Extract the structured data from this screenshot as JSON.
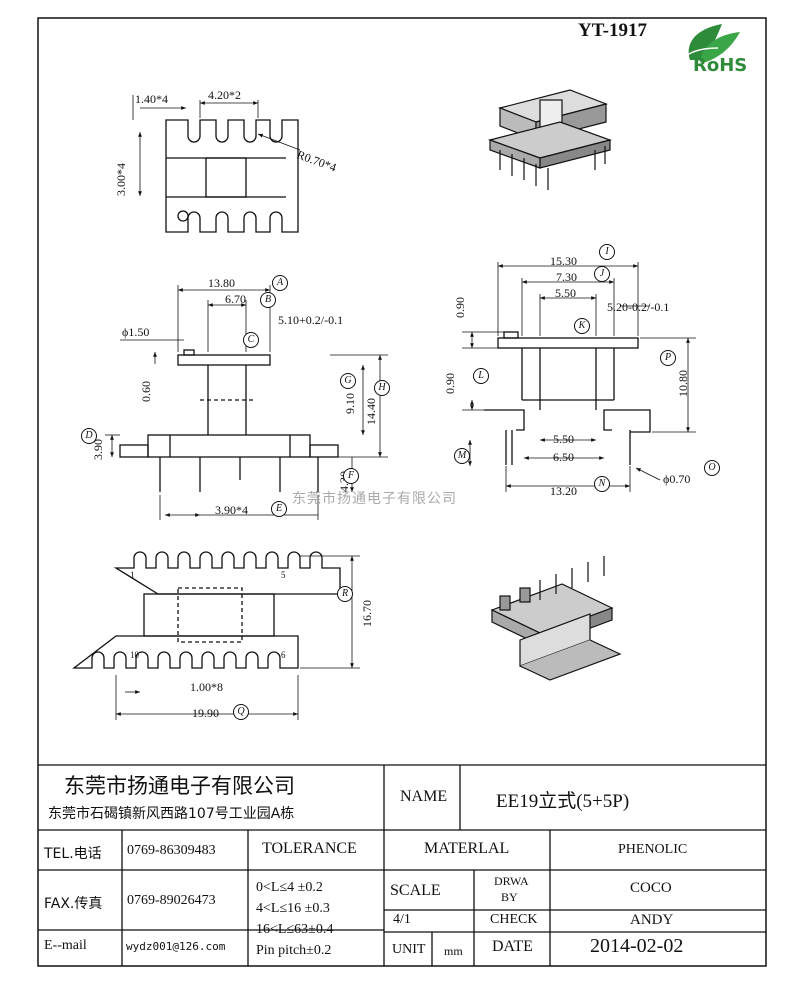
{
  "part_number": "YT-1917",
  "logo": {
    "text": "RoHS",
    "color": "#2e8b3a"
  },
  "watermark": "东莞市扬通电子有限公司",
  "dimensions": {
    "top_view": {
      "pitch_top": "1.40*4",
      "slot": "4.20*2",
      "radius": "R0.70*4",
      "height": "3.00*4"
    },
    "front_view": {
      "a": "13.80",
      "b": "6.70",
      "c_tol": "5.10+0.2/-0.1",
      "pin_dia": "ϕ1.50",
      "h1": "0.60",
      "h2": "9.10",
      "h3": "14.40",
      "h4": "3.90",
      "h5": "4.30",
      "pitch": "3.90*4"
    },
    "side_view": {
      "i": "15.30",
      "j": "7.30",
      "k": "5.50",
      "tol": "5.20-0.2/-0.1",
      "h1": "0.90",
      "h2": "0.90",
      "p": "10.80",
      "m1": "5.50",
      "m2": "6.50",
      "n": "13.20",
      "o": "ϕ0.70"
    },
    "bottom_view": {
      "r": "16.70",
      "pitch": "1.00*8",
      "q": "19.90",
      "pin1": "1",
      "pin5": "5",
      "pin10": "10",
      "pin6": "6"
    }
  },
  "circle_labels": [
    "A",
    "B",
    "C",
    "D",
    "E",
    "F",
    "G",
    "H",
    "I",
    "J",
    "K",
    "L",
    "M",
    "N",
    "O",
    "P",
    "Q",
    "R"
  ],
  "title_block": {
    "company_name": "东莞市扬通电子有限公司",
    "company_address": "东莞市石碣镇新风西路107号工业园A栋",
    "name_label": "NAME",
    "name_value": "EE19立式(5+5P)",
    "tel_label": "TEL.电话",
    "tel_value": "0769-86309483",
    "tolerance_label": "TOLERANCE",
    "material_label": "MATERLAL",
    "material_value": "PHENOLIC",
    "fax_label": "FAX.传真",
    "fax_value": "0769-89026473",
    "tol_1": "0<L≤4   ±0.2",
    "tol_2": "4<L≤16  ±0.3",
    "tol_3": "16<L≤63±0.4",
    "tol_4": "Pin pitch±0.2",
    "scale_label": "SCALE",
    "scale_value": "4/1",
    "drawn_label_1": "DRWA",
    "drawn_label_2": "BY",
    "drawn_value": "COCO",
    "check_label": "CHECK",
    "check_value": "ANDY",
    "email_label": "E--mail",
    "email_value": "wydz001@126.com",
    "unit_label": "UNIT",
    "unit_value": "mm",
    "date_label": "DATE",
    "date_value": "2014-02-02"
  }
}
